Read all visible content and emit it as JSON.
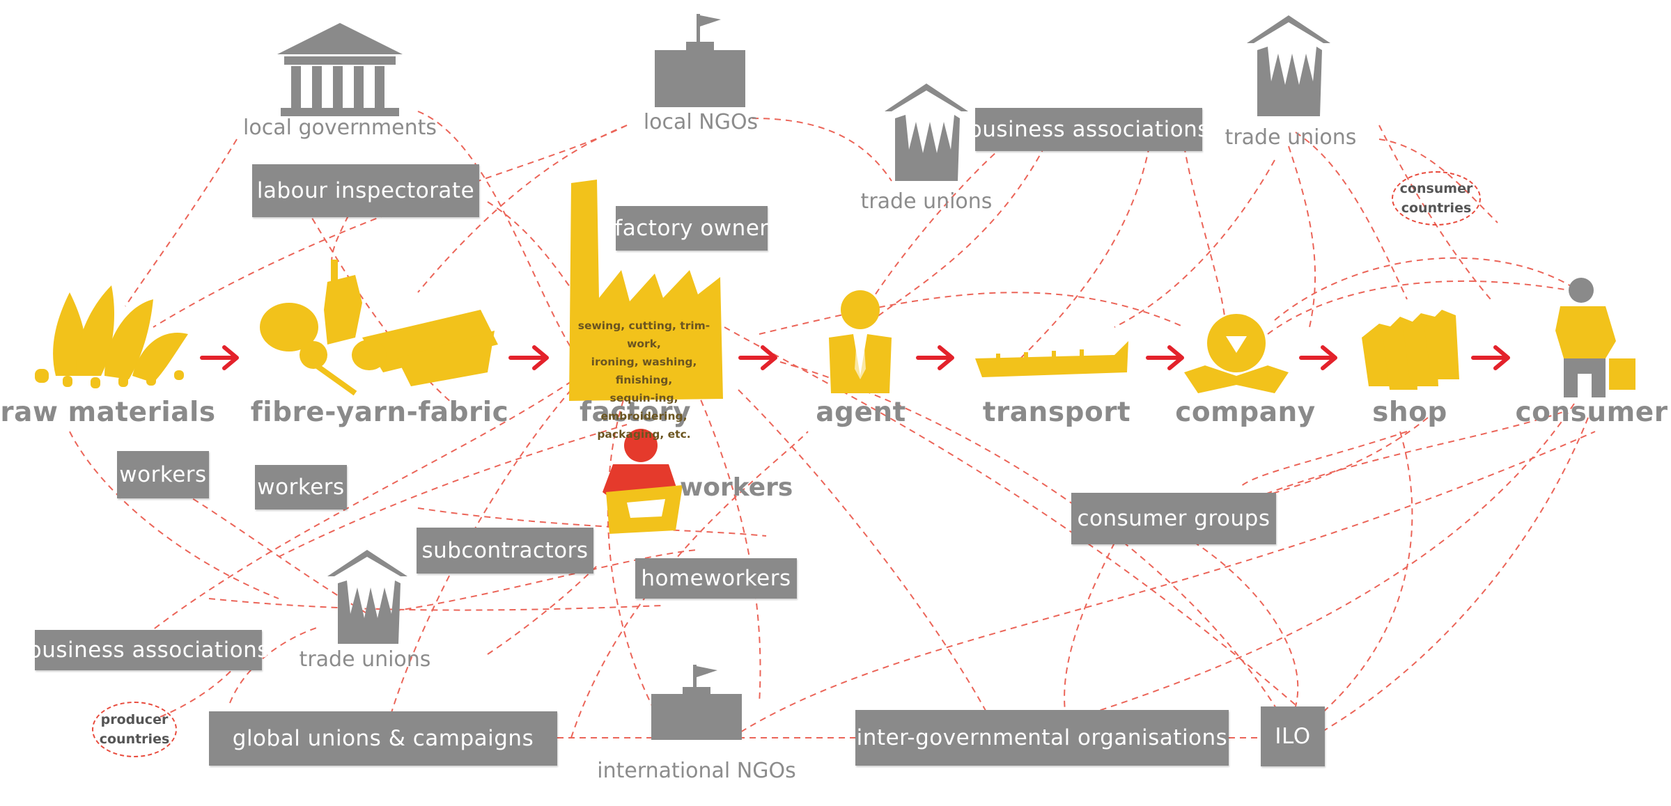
{
  "colors": {
    "yellow": "#f2c21b",
    "grey": "#8a8a8a",
    "red_arrow": "#e3222b",
    "dash": "#e84a3c",
    "worker_red": "#e53a2c"
  },
  "chain": [
    {
      "label": "raw materials",
      "icon": "cotton-plant-icon"
    },
    {
      "label": "fibre-yarn-fabric",
      "icon": "yarn-spool-icon"
    },
    {
      "label": "factory",
      "icon": "factory-icon"
    },
    {
      "label": "agent",
      "icon": "agent-person-icon"
    },
    {
      "label": "transport",
      "icon": "cargo-ship-icon"
    },
    {
      "label": "company",
      "icon": "company-emblem-icon"
    },
    {
      "label": "shop",
      "icon": "clothes-hangers-icon"
    },
    {
      "label": "consumer",
      "icon": "shopper-icon"
    }
  ],
  "factory_tasks": [
    "sewing, cutting, trim-work,",
    "ironing, washing, finishing,",
    "sequin-ing, embroidering,",
    "packaging, etc."
  ],
  "boxes": {
    "labour_inspectorate": "labour inspectorate",
    "factory_owner": "factory owner",
    "business_associations_top": "business associations",
    "workers_raw": "workers",
    "workers_fibre": "workers",
    "subcontractors": "subcontractors",
    "homeworkers": "homeworkers",
    "business_associations_bottom": "business associations",
    "consumer_groups": "consumer groups",
    "global_unions": "global unions & campaigns",
    "inter_governmental": "inter-governmental organisations",
    "ilo": "ILO"
  },
  "labels": {
    "local_governments": "local governments",
    "local_ngos": "local NGOs",
    "trade_unions_mid": "trade unions",
    "trade_unions_right": "trade unions",
    "trade_unions_bottom": "trade unions",
    "international_ngos": "international NGOs",
    "factory_workers": "workers"
  },
  "ellipses": {
    "consumer_countries": [
      "consumer",
      "countries"
    ],
    "producer_countries": [
      "producer",
      "countries"
    ]
  },
  "icons": [
    "government-building-icon",
    "ngo-building-flag-icon",
    "trade-union-hands-icon",
    "factory-worker-icon"
  ]
}
